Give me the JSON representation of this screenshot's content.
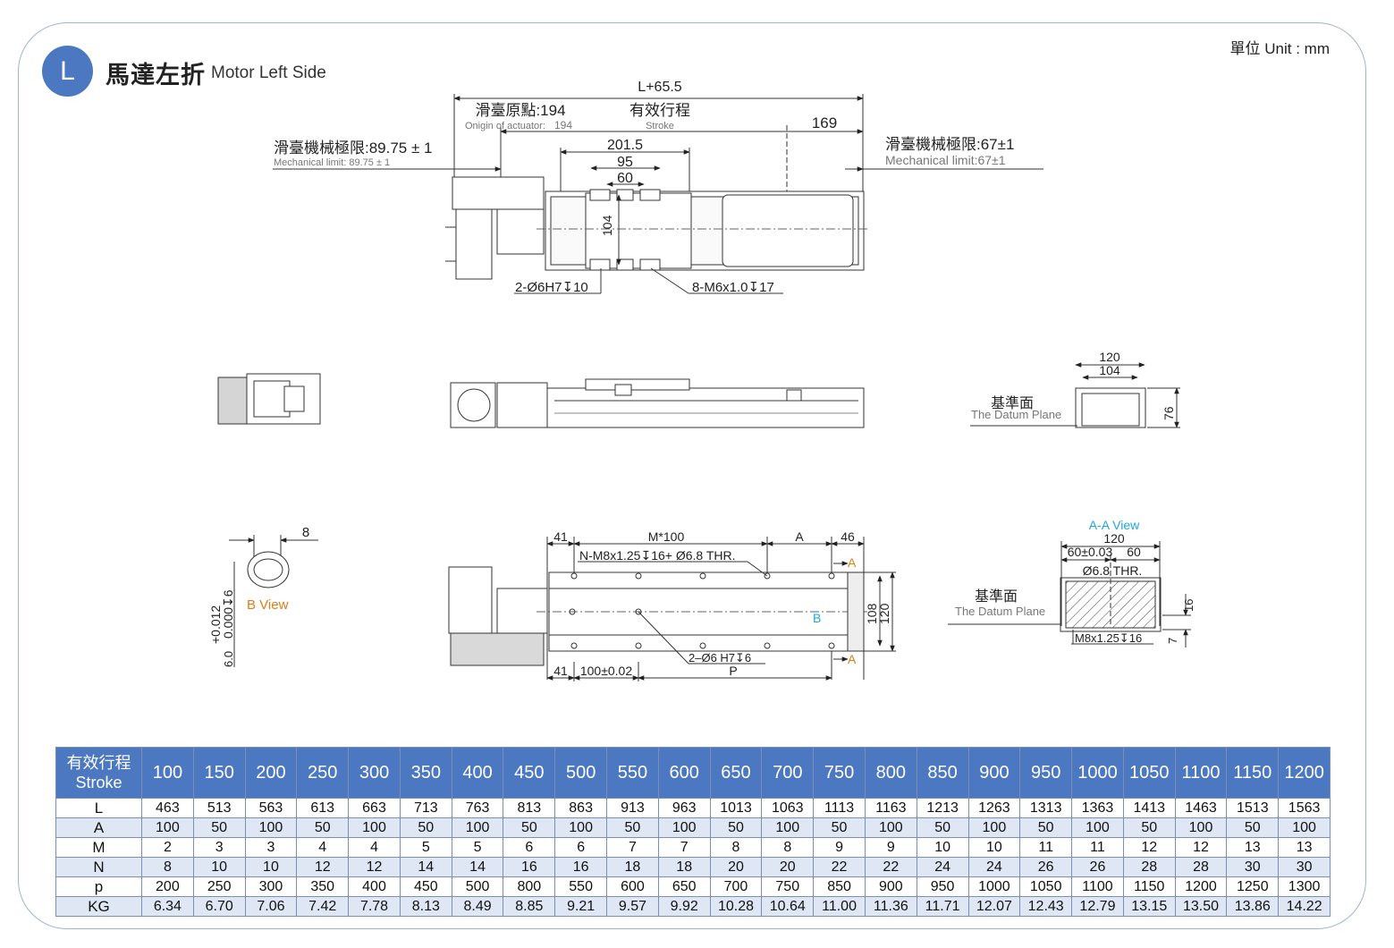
{
  "header": {
    "badge": "L",
    "title_zh": "馬達左折",
    "title_en": "Motor Left Side",
    "unit": "單位 Unit : mm"
  },
  "drawing": {
    "top_view": {
      "overall_length": "L+65.5",
      "origin_zh": "滑臺原點:194",
      "origin_en_label": "Onigin of actuator:",
      "origin_en_value": "194",
      "stroke_zh": "有效行程",
      "stroke_en": "Stroke",
      "dim_169": "169",
      "dim_201_5": "201.5",
      "dim_95": "95",
      "dim_60": "60",
      "dim_104": "104",
      "mech_limit_left_zh": "滑臺機械極限:89.75 ± 1",
      "mech_limit_left_en": "Mechanical limit: 89.75  ± 1",
      "mech_limit_right_zh": "滑臺機械極限:67±1",
      "mech_limit_right_en": "Mechanical limit:67±1",
      "pin_hole_note": "2-Ø6H7↧10",
      "tap_note": "8-M6x1.0↧17"
    },
    "end_view": {
      "dim_120": "120",
      "dim_104": "104",
      "dim_76": "76",
      "datum_zh": "基準面",
      "datum_en": "The Datum Plane"
    },
    "b_view": {
      "dim_8": "8",
      "tolerance": "+0.012\n0.000↧6",
      "tol_upper": "+0.012",
      "tol_lower": "0.000↧6",
      "dim_6": "6.0",
      "label": "B View"
    },
    "bottom_view": {
      "dim_41_top": "41",
      "dim_m100": "M*100",
      "dim_a": "A",
      "dim_46": "46",
      "tap_note": "N-M8x1.25↧16+ Ø6.8 THR.",
      "section_a_top": "A",
      "section_a_bottom": "A",
      "b_marker": "B",
      "dim_108": "108",
      "dim_120": "120",
      "dim_41_bottom": "41",
      "dim_100": "100±0.02",
      "pin_note": "2–Ø6  H7↧6",
      "dim_p": "P"
    },
    "aa_view": {
      "title": "A-A View",
      "dim_120": "120",
      "dim_60_tol": "60±0.03",
      "dim_60": "60",
      "thr_note": "Ø6.8  THR.",
      "dim_16": "16",
      "dim_7": "7",
      "tap_note": "M8x1.25↧16",
      "datum_zh": "基準面",
      "datum_en": "The Datum Plane"
    }
  },
  "table": {
    "header_label_zh": "有效行程",
    "header_label_en": "Stroke",
    "strokes": [
      "100",
      "150",
      "200",
      "250",
      "300",
      "350",
      "400",
      "450",
      "500",
      "550",
      "600",
      "650",
      "700",
      "750",
      "800",
      "850",
      "900",
      "950",
      "1000",
      "1050",
      "1100",
      "1150",
      "1200"
    ],
    "rows": [
      {
        "label": "L",
        "values": [
          "463",
          "513",
          "563",
          "613",
          "663",
          "713",
          "763",
          "813",
          "863",
          "913",
          "963",
          "1013",
          "1063",
          "1113",
          "1163",
          "1213",
          "1263",
          "1313",
          "1363",
          "1413",
          "1463",
          "1513",
          "1563"
        ]
      },
      {
        "label": "A",
        "values": [
          "100",
          "50",
          "100",
          "50",
          "100",
          "50",
          "100",
          "50",
          "100",
          "50",
          "100",
          "50",
          "100",
          "50",
          "100",
          "50",
          "100",
          "50",
          "100",
          "50",
          "100",
          "50",
          "100"
        ]
      },
      {
        "label": "M",
        "values": [
          "2",
          "3",
          "3",
          "4",
          "4",
          "5",
          "5",
          "6",
          "6",
          "7",
          "7",
          "8",
          "8",
          "9",
          "9",
          "10",
          "10",
          "11",
          "11",
          "12",
          "12",
          "13",
          "13"
        ]
      },
      {
        "label": "N",
        "values": [
          "8",
          "10",
          "10",
          "12",
          "12",
          "14",
          "14",
          "16",
          "16",
          "18",
          "18",
          "20",
          "20",
          "22",
          "22",
          "24",
          "24",
          "26",
          "26",
          "28",
          "28",
          "30",
          "30"
        ]
      },
      {
        "label": "p",
        "values": [
          "200",
          "250",
          "300",
          "350",
          "400",
          "450",
          "500",
          "800",
          "550",
          "600",
          "650",
          "700",
          "750",
          "850",
          "900",
          "950",
          "1000",
          "1050",
          "1100",
          "1150",
          "1200",
          "1250",
          "1300"
        ]
      },
      {
        "label": "KG",
        "values": [
          "6.34",
          "6.70",
          "7.06",
          "7.42",
          "7.78",
          "8.13",
          "8.49",
          "8.85",
          "9.21",
          "9.57",
          "9.92",
          "10.28",
          "10.64",
          "11.00",
          "11.36",
          "11.71",
          "12.07",
          "12.43",
          "12.79",
          "13.15",
          "13.50",
          "13.86",
          "14.22"
        ]
      }
    ]
  },
  "colors": {
    "accent": "#4b78c0",
    "frame": "#9fb3cf",
    "row_alt": "#dfe7f4",
    "callout_orange": "#e07b16",
    "callout_cyan": "#1ea7d8"
  }
}
